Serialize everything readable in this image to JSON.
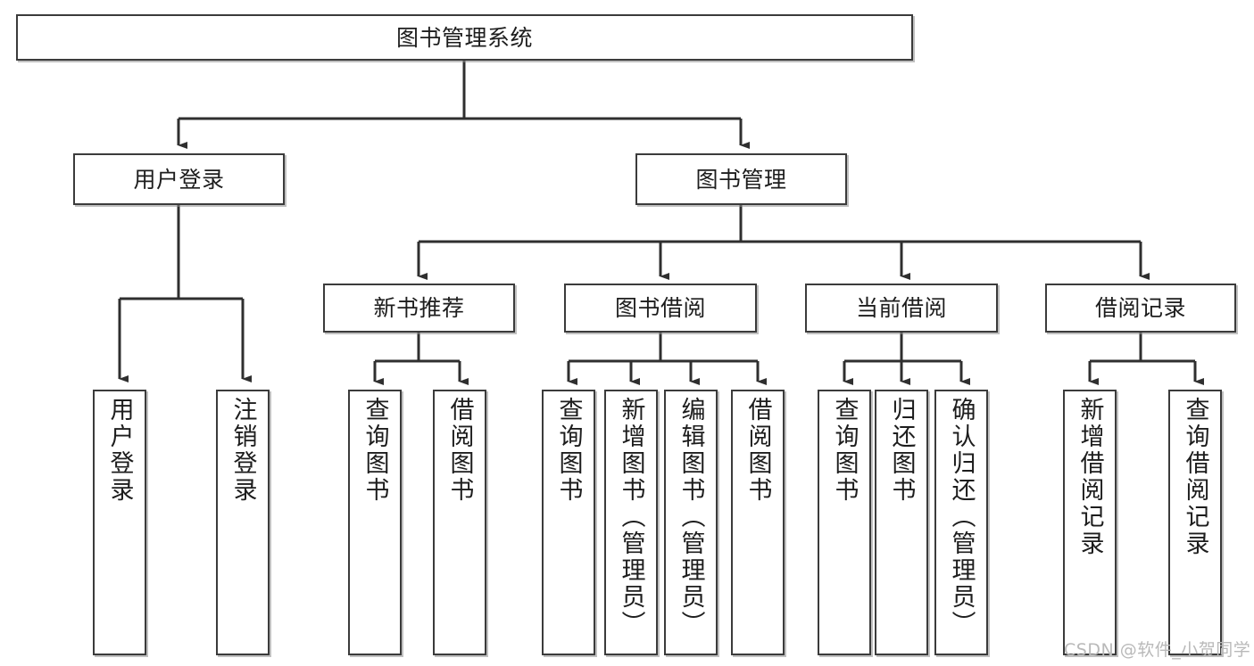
{
  "diagram": {
    "title": "图书管理系统",
    "type": "tree",
    "style": {
      "background": "#ffffff",
      "border_color": "#3b3b3b",
      "fill_color": "#ffffff",
      "text_color": "#1d1d1d",
      "shadow_color": "#8c8c8c",
      "watermark_color": "#b9b9b9"
    },
    "root": {
      "label": "图书管理系统"
    },
    "level2": [
      {
        "label": "用户登录"
      },
      {
        "label": "图书管理"
      }
    ],
    "level3": [
      {
        "label": "新书推荐"
      },
      {
        "label": "图书借阅"
      },
      {
        "label": "当前借阅"
      },
      {
        "label": "借阅记录"
      }
    ],
    "leaves": {
      "user_login": [
        {
          "label": "用户登录"
        },
        {
          "label": "注销登录"
        }
      ],
      "new_book_recommend": [
        {
          "label": "查询图书"
        },
        {
          "label": "借阅图书"
        }
      ],
      "book_borrow": [
        {
          "label": "查询图书"
        },
        {
          "label": "新增图书（管理员）"
        },
        {
          "label": "编辑图书（管理员）"
        },
        {
          "label": "借阅图书"
        }
      ],
      "current_borrow": [
        {
          "label": "查询图书"
        },
        {
          "label": "归还图书"
        },
        {
          "label": "确认归还（管理员）"
        }
      ],
      "borrow_record": [
        {
          "label": "新增借阅记录"
        },
        {
          "label": "查询借阅记录"
        }
      ]
    }
  },
  "watermark": {
    "text": "CSDN @软件_小贺同学"
  }
}
